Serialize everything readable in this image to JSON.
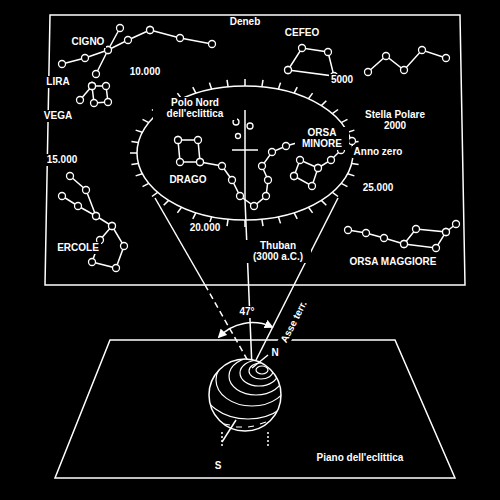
{
  "diagram": {
    "labels": [
      "CIGNO",
      "Deneb",
      "CEFEO",
      "LIRA",
      "10.000",
      "Polo Nord dell'eclittica",
      "5000",
      "VEGA",
      "ORSA MINORE",
      "Stella Polare 2000",
      "Anno zero",
      "15.000",
      "DRAGO",
      "25.000",
      "ERCOLE",
      "20.000",
      "Thuban (3000 a.C.)",
      "ORSA MAGGIORE",
      "47°",
      "Asse terr.",
      "N",
      "S",
      "Piano dell'eclittica"
    ]
  }
}
